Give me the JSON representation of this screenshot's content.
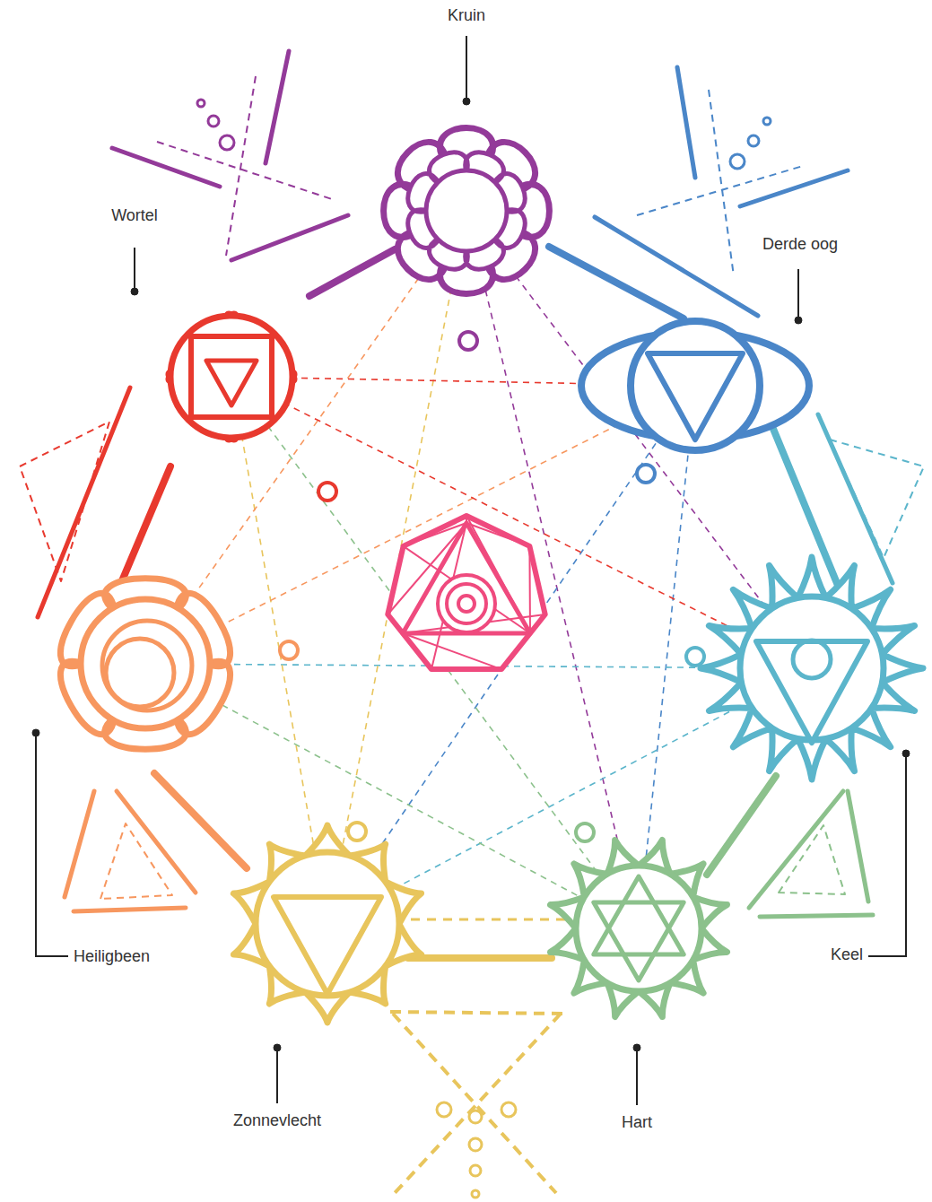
{
  "diagram": {
    "labels": [
      "Kruin",
      "Wortel",
      "Derde oog",
      "Heiligbeen",
      "Keel",
      "Zonnevlecht",
      "Hart"
    ]
  }
}
